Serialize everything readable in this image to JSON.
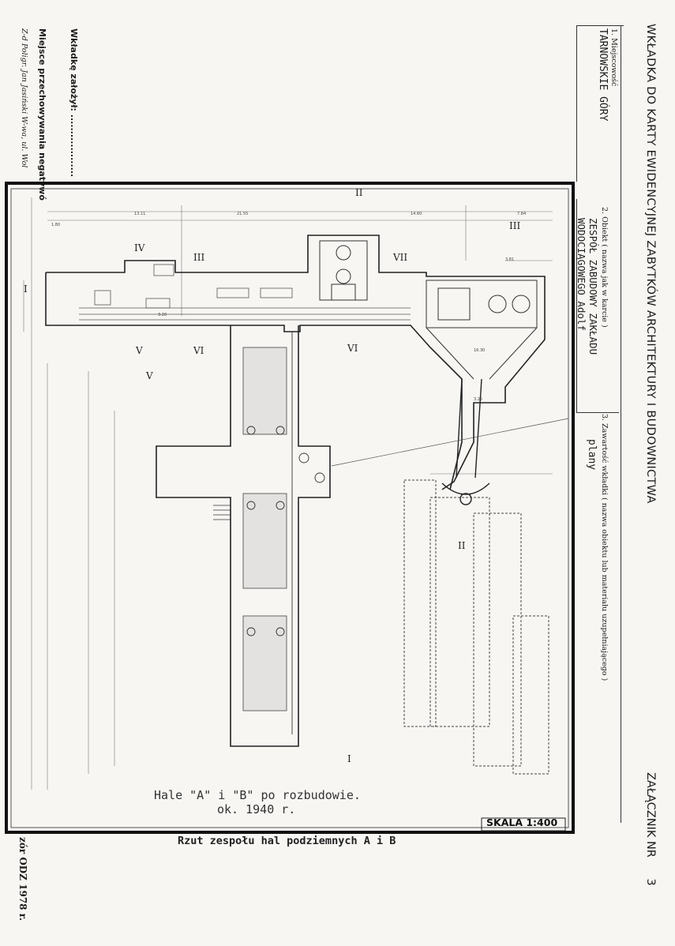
{
  "form": {
    "header": "WKŁADKA DO KARTY EWIDENCYJNEJ ZABYTKÓW ARCHITEKTURY I BUDOWNICTWA",
    "attachment_label": "ZAŁĄCZNIK NR",
    "attachment_no": "3",
    "field1_label": "1. Miejscowość",
    "field1_value": "TARNOWSKIE GÓRY",
    "field2_label": "2. Obiekt ( nazwa jak w karcie )",
    "field2_value_line1": "ZESPÓŁ ZABUDOWY ZAKŁADU",
    "field2_value_line2": "WODOCIĄGOWEGO Adolf",
    "field3_label": "3. Zawartość wkładki ( nazwa obiektu lub materiału uzupełniającego )",
    "field3_value": "plany",
    "inserted_by": "Wkładkę założył: ...................",
    "negatives": "Miejsce przechowywania negatywó",
    "printer": "Z-d Poligr. Jan Jasiński W-wa, ul. Wol",
    "pattern": "zór ODZ 1978 r."
  },
  "drawing": {
    "caption_line1": "Hale \"A\" i \"B\" po rozbudowie.",
    "caption_line2": "ok. 1940 r.",
    "scale": "SKALA 1:400",
    "subtitle": "Rzut zespołu hal podziemnych A i B",
    "section_marks": [
      "I",
      "I",
      "II",
      "II",
      "III",
      "III",
      "IV",
      "V",
      "V",
      "VI",
      "VI",
      "VII"
    ]
  }
}
